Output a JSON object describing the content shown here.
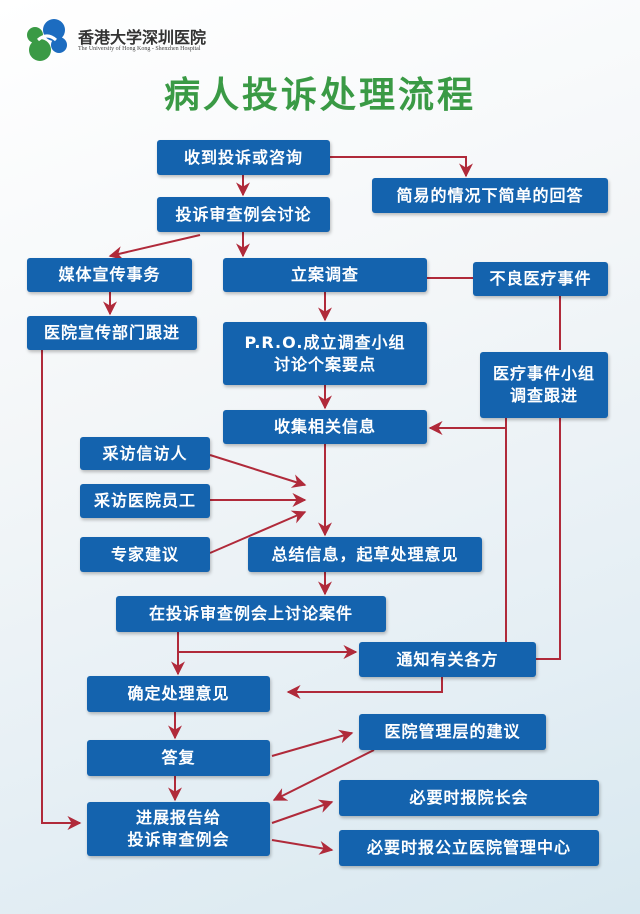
{
  "header": {
    "hospital_name_cn": "香港大学深圳医院",
    "hospital_name_en": "The University of Hong Kong - Shenzhen Hospital",
    "title": "病人投诉处理流程"
  },
  "colors": {
    "box": "#1463ae",
    "arrow": "#b02a3a",
    "title": "#3a9a45"
  },
  "nodes": {
    "receive": "收到投诉或咨询",
    "simple_reply": "简易的情况下简单的回答",
    "review_meeting": "投诉审查例会讨论",
    "media": "媒体宣传事务",
    "file_case": "立案调查",
    "adverse_event": "不良医疗事件",
    "pr_dept": "医院宣传部门跟进",
    "pro_group_1": "P.R.O.成立调查小组",
    "pro_group_2": "讨论个案要点",
    "incident_group_1": "医疗事件小组",
    "incident_group_2": "调查跟进",
    "collect_info": "收集相关信息",
    "interview_complainant": "采访信访人",
    "interview_staff": "采访医院员工",
    "expert_advice": "专家建议",
    "summarize": "总结信息，起草处理意见",
    "discuss_case": "在投诉审查例会上讨论案件",
    "notify": "通知有关各方",
    "decide": "确定处理意见",
    "management_advice": "医院管理层的建议",
    "reply": "答复",
    "progress_report_1": "进展报告给",
    "progress_report_2": "投诉审查例会",
    "report_president": "必要时报院长会",
    "report_public": "必要时报公立医院管理中心"
  }
}
